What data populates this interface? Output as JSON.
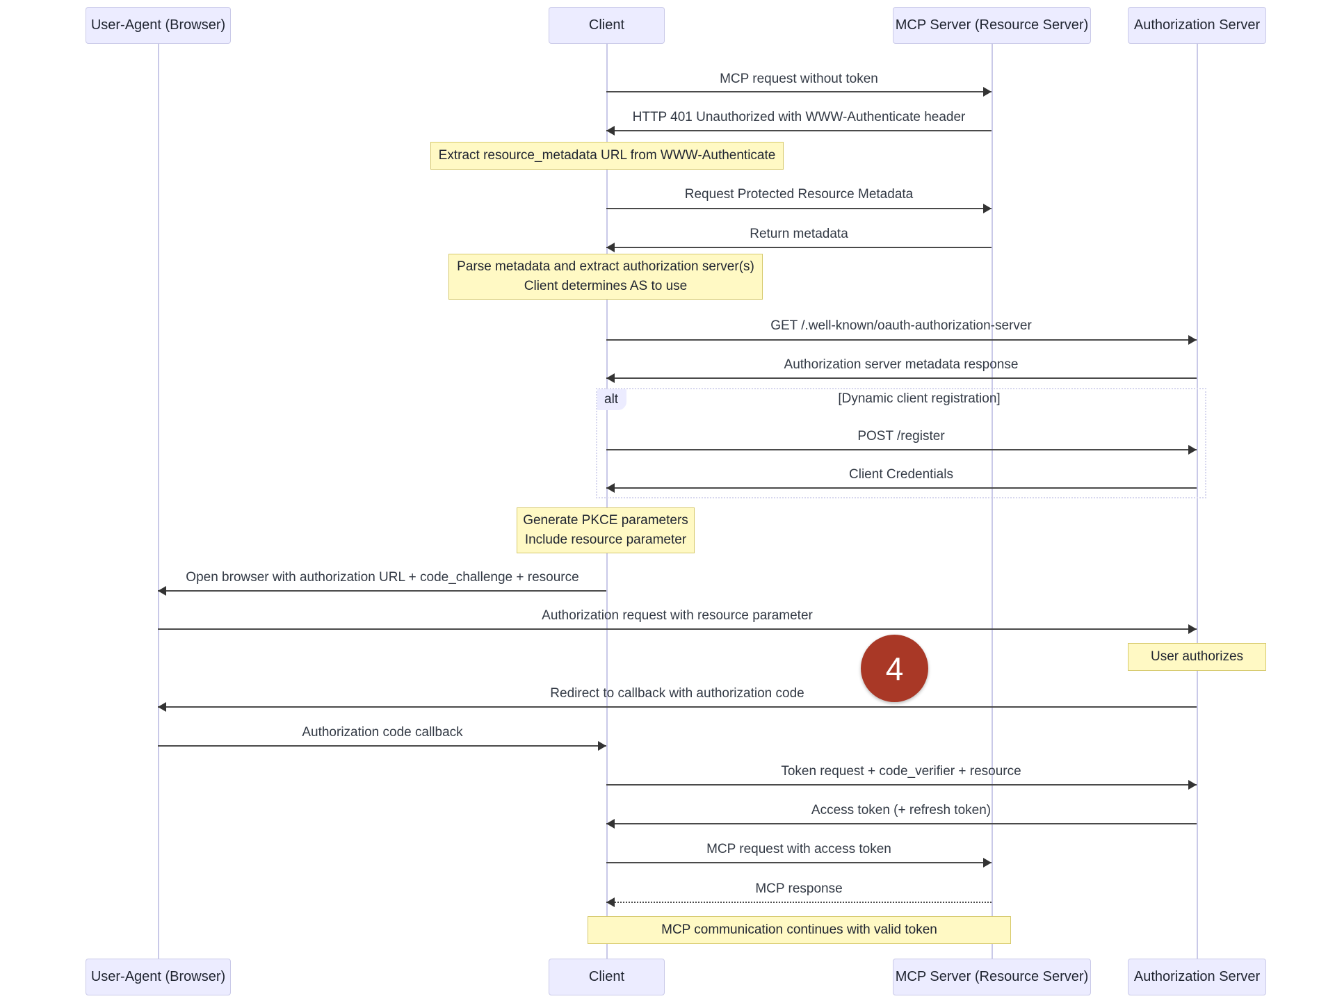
{
  "diagram": {
    "type": "sequence-diagram",
    "title": "MCP OAuth Authorization Flow",
    "colors": {
      "participant_fill": "#ECECFF",
      "participant_stroke": "#C9C9E8",
      "note_fill": "#FFF9C4",
      "note_stroke": "#D6C96B",
      "line": "#4a4a4a",
      "badge": "#A93826",
      "background": "#FFFFFF"
    }
  },
  "participants": [
    {
      "id": "ua",
      "label": "User-Agent (Browser)"
    },
    {
      "id": "client",
      "label": "Client"
    },
    {
      "id": "mcp",
      "label": "MCP Server (Resource Server)"
    },
    {
      "id": "as",
      "label": "Authorization Server"
    }
  ],
  "participants_bottom": [
    {
      "id": "ua",
      "label": "User-Agent (Browser)"
    },
    {
      "id": "client",
      "label": "Client"
    },
    {
      "id": "mcp",
      "label": "MCP Server (Resource Server)"
    },
    {
      "id": "as",
      "label": "Authorization Server"
    }
  ],
  "messages": [
    {
      "id": "m1",
      "label": "MCP request without token",
      "from": "client",
      "to": "mcp",
      "style": "solid"
    },
    {
      "id": "m2",
      "label": "HTTP 401 Unauthorized with WWW-Authenticate header",
      "from": "mcp",
      "to": "client",
      "style": "solid"
    },
    {
      "id": "m3",
      "label": "Request Protected Resource Metadata",
      "from": "client",
      "to": "mcp",
      "style": "solid"
    },
    {
      "id": "m4",
      "label": "Return metadata",
      "from": "mcp",
      "to": "client",
      "style": "solid"
    },
    {
      "id": "m5",
      "label": "GET /.well-known/oauth-authorization-server",
      "from": "client",
      "to": "as",
      "style": "solid"
    },
    {
      "id": "m6",
      "label": "Authorization server metadata response",
      "from": "as",
      "to": "client",
      "style": "solid"
    },
    {
      "id": "m7",
      "label": "POST /register",
      "from": "client",
      "to": "as",
      "style": "solid"
    },
    {
      "id": "m8",
      "label": "Client Credentials",
      "from": "as",
      "to": "client",
      "style": "solid"
    },
    {
      "id": "m9",
      "label": "Open browser with authorization URL + code_challenge + resource",
      "from": "client",
      "to": "ua",
      "style": "solid"
    },
    {
      "id": "m10",
      "label": "Authorization request with resource parameter",
      "from": "ua",
      "to": "as",
      "style": "solid"
    },
    {
      "id": "m11",
      "label": "Redirect to callback with authorization code",
      "from": "as",
      "to": "ua",
      "style": "solid"
    },
    {
      "id": "m12",
      "label": "Authorization code callback",
      "from": "ua",
      "to": "client",
      "style": "solid"
    },
    {
      "id": "m13",
      "label": "Token request + code_verifier + resource",
      "from": "client",
      "to": "as",
      "style": "solid"
    },
    {
      "id": "m14",
      "label": "Access token (+ refresh token)",
      "from": "as",
      "to": "client",
      "style": "solid"
    },
    {
      "id": "m15",
      "label": "MCP request with access token",
      "from": "client",
      "to": "mcp",
      "style": "solid"
    },
    {
      "id": "m16",
      "label": "MCP response",
      "from": "mcp",
      "to": "client",
      "style": "dotted"
    }
  ],
  "notes": [
    {
      "id": "n1",
      "over": "client",
      "lines": [
        "Extract resource_metadata URL from WWW-Authenticate"
      ]
    },
    {
      "id": "n2",
      "over": "client",
      "lines": [
        "Parse metadata and extract authorization server(s)",
        "Client determines AS to use"
      ]
    },
    {
      "id": "n3",
      "over": "client",
      "lines": [
        "Generate PKCE parameters",
        "Include resource parameter"
      ]
    },
    {
      "id": "n4",
      "over": "as",
      "lines": [
        "User authorizes"
      ]
    },
    {
      "id": "n5",
      "over": "client-mcp",
      "lines": [
        "MCP communication continues with valid token"
      ]
    }
  ],
  "fragments": [
    {
      "id": "alt1",
      "tag": "alt",
      "condition": "[Dynamic client registration]"
    }
  ],
  "annotations": [
    {
      "id": "step-badge-4",
      "label": "4",
      "shape": "circle",
      "color": "#A93826"
    }
  ]
}
